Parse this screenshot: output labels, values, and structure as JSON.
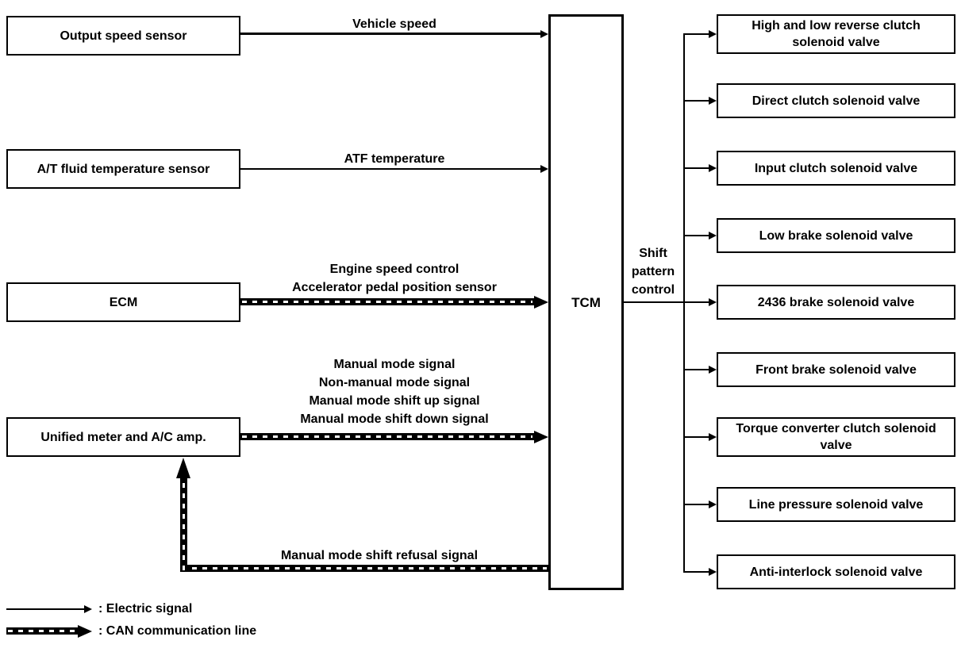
{
  "inputs": [
    {
      "label": "Output speed sensor"
    },
    {
      "label": "A/T fluid temperature sensor"
    },
    {
      "label": "ECM"
    },
    {
      "label": "Unified meter and A/C amp."
    }
  ],
  "controller": {
    "label": "TCM"
  },
  "shift_pattern": {
    "lines": [
      "Shift",
      "pattern",
      "control"
    ]
  },
  "outputs": [
    {
      "label": "High and low reverse clutch solenoid valve"
    },
    {
      "label": "Direct clutch solenoid valve"
    },
    {
      "label": "Input clutch solenoid valve"
    },
    {
      "label": "Low brake solenoid valve"
    },
    {
      "label": "2436 brake solenoid valve"
    },
    {
      "label": "Front brake solenoid valve"
    },
    {
      "label": "Torque converter clutch solenoid valve"
    },
    {
      "label": "Line pressure solenoid valve"
    },
    {
      "label": "Anti-interlock solenoid valve"
    }
  ],
  "signals": {
    "vehicle_speed": "Vehicle speed",
    "atf_temperature": "ATF temperature",
    "ecm_can_lines": [
      "Engine speed control",
      "Accelerator pedal position sensor"
    ],
    "meter_can_lines": [
      "Manual mode signal",
      "Non-manual mode signal",
      "Manual mode shift up signal",
      "Manual mode shift down signal"
    ],
    "refusal": "Manual mode shift refusal signal"
  },
  "legend": {
    "electric": ": Electric signal",
    "can": ": CAN communication line"
  },
  "colors": {
    "line": "#000000",
    "background": "#ffffff"
  }
}
